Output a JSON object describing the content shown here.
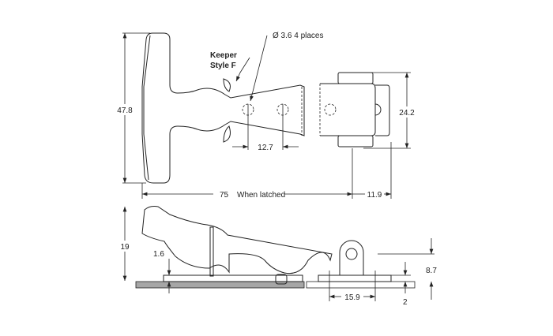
{
  "drawing": {
    "top_view": {
      "dim_height": "47.8",
      "dim_hole_dia": "Ø 3.6   4 places",
      "keeper_label_line1": "Keeper",
      "keeper_label_line2": "Style F",
      "dim_hole_spacing": "12.7",
      "dim_width": "24.2",
      "dim_length": "75",
      "dim_length_note": "When latched",
      "dim_offset": "11.9"
    },
    "side_view": {
      "dim_height": "19",
      "dim_thickness": "1.6",
      "dim_pivot_height": "8.7",
      "dim_base_width": "15.9",
      "dim_base_thickness": "2"
    },
    "colors": {
      "line": "#222222",
      "base_fill": "#a6a6a6"
    }
  }
}
